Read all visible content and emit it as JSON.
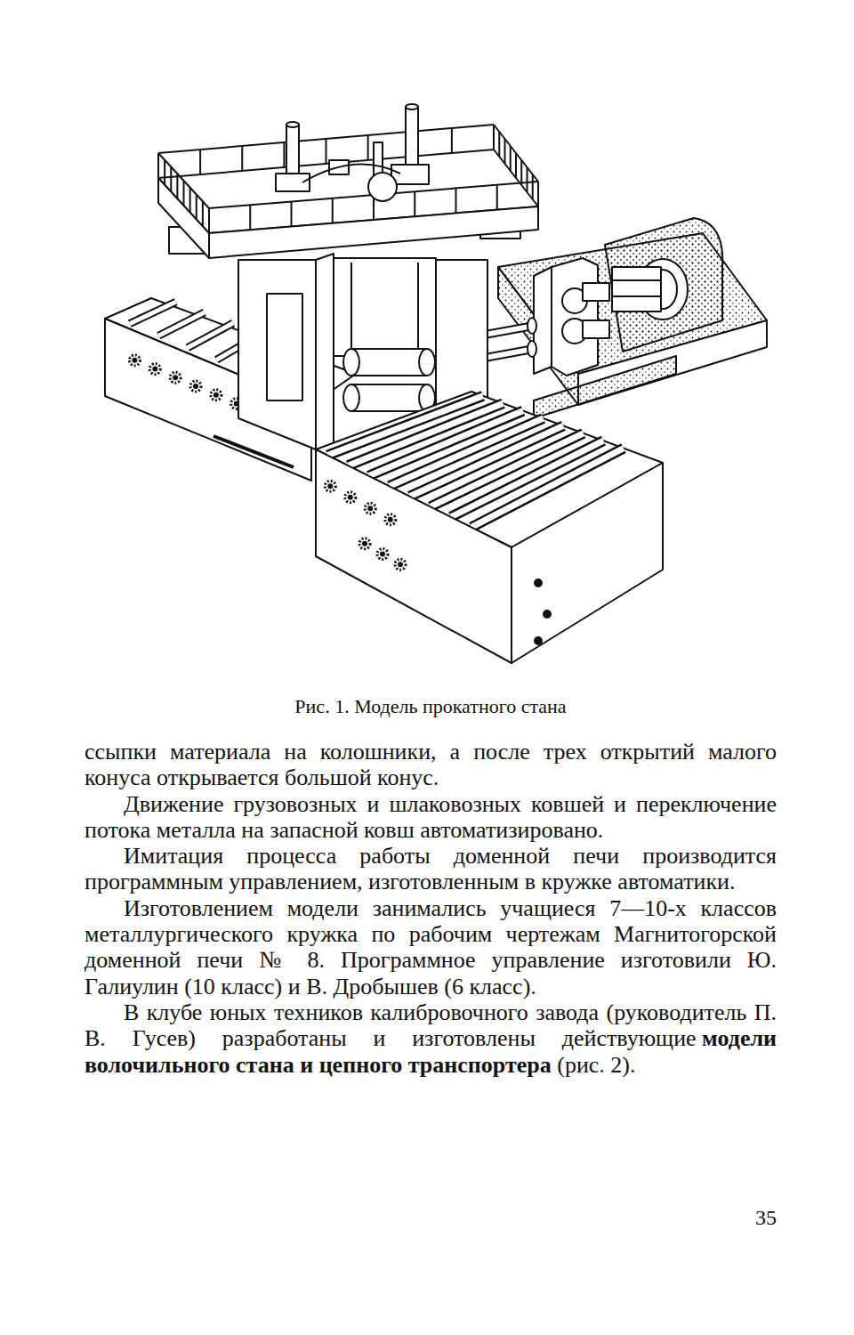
{
  "diagram": {
    "caption": "Рис. 1. Модель прокатного стана",
    "labels": [
      "ссыпки материала на колошники, а после трех открытий малого конуса открывается большой конус.",
      "Движение грузовозных и шлаковозных ковшей и переключение потока металла на запасной ковш автоматизировано.",
      "Имитация процесса работы доменной печи производится программным управлением, изготовленным в кружке автоматики.",
      "Изготовлением модели занимались учащиеся 7—10-х классов металлургического кружка по рабочим чертежам Магнитогорской доменной печи № 8. Программное управление изготовили Ю. Галиулин (10 класс) и В. Дробышев (6 класс).",
      "В клубе юных техников калибровочного завода (руководитель П. В. Гусев) разработаны и изготовлены действующие",
      "модели волочильного стана и цепного транспортера",
      "(рис. 2).",
      "35"
    ]
  }
}
